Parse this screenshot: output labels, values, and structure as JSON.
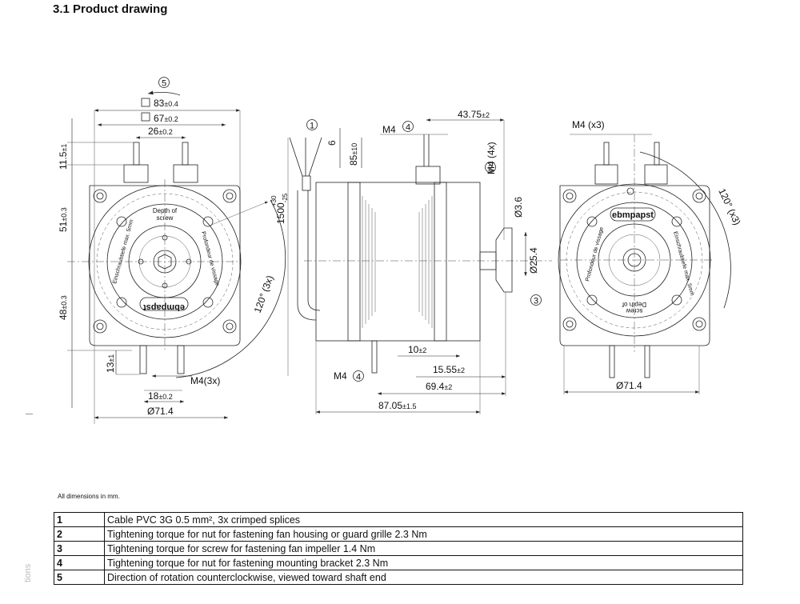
{
  "page": {
    "title": "3.1 Product drawing",
    "sidebar_text": "tions",
    "note": "All dimensions in mm."
  },
  "front_view": {
    "rotation_marker": "5",
    "dim_square_outer": "83",
    "dim_square_outer_tol": "±0.4",
    "dim_square_inner": "67",
    "dim_square_inner_tol": "±0.2",
    "dim_pin_spacing": "26",
    "dim_pin_spacing_tol": "±0.2",
    "dim_pin_height": "11.5",
    "dim_pin_height_tol": "±1",
    "dim_upper": "51",
    "dim_upper_tol": "±0.3",
    "dim_lower": "48",
    "dim_lower_tol": "±0.3",
    "dim_bottom_pin": "13",
    "dim_bottom_pin_tol": "±1",
    "dim_bottom_spacing": "18",
    "dim_bottom_spacing_tol": "±0.2",
    "dim_diameter": "Ø71.4",
    "thread_label": "M4(3x)",
    "angle_label": "120° (3x)",
    "cable_length": "1500",
    "cable_tol_plus": "+30",
    "cable_tol_minus": "-25",
    "face_text_top": "Depth of screw",
    "face_text_left": "Einschraubtiefe max. 5mm",
    "face_text_right": "Profondeur de vissage",
    "brand": "ebmpapst"
  },
  "side_view": {
    "marker_cable": "1",
    "marker_nut_housing": "2",
    "marker_impeller": "3",
    "marker_bracket": "4",
    "dim_strip": "6",
    "dim_lead": "85",
    "dim_lead_tol": "±10",
    "thread_top": "M4",
    "thread_bottom": "M4",
    "thread_housing": "M4 (4x)",
    "dim_43": "43.75",
    "dim_43_tol": "±2",
    "dim_shaft": "Ø3.6",
    "dim_hub": "Ø25.4",
    "dim_10": "10",
    "dim_10_tol": "±2",
    "dim_15": "15.55",
    "dim_15_tol": "±2",
    "dim_69": "69.4",
    "dim_69_tol": "±2",
    "dim_87": "87.05",
    "dim_87_tol": "±1.5"
  },
  "rear_view": {
    "thread_label": "M4 (x3)",
    "angle_label": "120° (x3)",
    "dim_diameter": "Ø71.4",
    "brand": "ebmpapst",
    "face_text_bottom": "Depth of screw",
    "face_text_left": "Profondeur de vissage",
    "face_text_right": "Einschraubtiefe max. 5mm"
  },
  "legend": [
    {
      "num": "1",
      "text": "Cable PVC 3G 0.5 mm², 3x crimped splices"
    },
    {
      "num": "2",
      "text": "Tightening torque for nut for fastening fan housing or guard grille 2.3 Nm"
    },
    {
      "num": "3",
      "text": "Tightening torque for screw for fastening fan impeller 1.4 Nm"
    },
    {
      "num": "4",
      "text": "Tightening torque for nut for fastening mounting bracket 2.3 Nm"
    },
    {
      "num": "5",
      "text": "Direction of rotation counterclockwise, viewed toward shaft end"
    }
  ]
}
